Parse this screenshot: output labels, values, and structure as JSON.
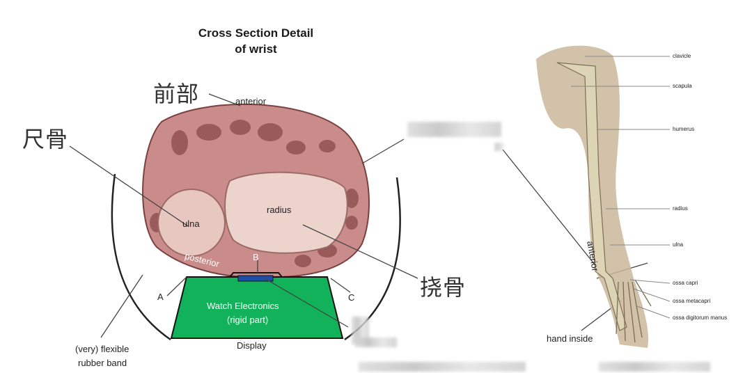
{
  "title_line1": "Cross Section Detail",
  "title_line2": "of wrist",
  "cn_anterior": "前部",
  "cn_ulna": "尺骨",
  "cn_radius": "挠骨",
  "labels": {
    "anterior": "anterior",
    "ulna": "ulna",
    "radius": "radius",
    "posterior": "posterior",
    "b": "B",
    "a": "A",
    "c": "C",
    "watch_line1": "Watch Electronics",
    "watch_line2": "(rigid part)",
    "display": "Display",
    "band_line1": "(very) flexible",
    "band_line2": "rubber band",
    "hand_inside": "hand inside",
    "arm_anterior": "anterior"
  },
  "arm_labels": [
    "clavicle",
    "scapula",
    "humerus",
    "radius",
    "ulna",
    "ossa capri",
    "ossa metacapri",
    "ossa digitorum manus"
  ],
  "colors": {
    "watch_green": "#12b25a",
    "tissue": "#c98c8a",
    "bone": "#e8c7c0",
    "strap_blue": "#1e4fa8",
    "arm_shadow": "#c9b79a",
    "arm_bone": "#ddd3b5"
  }
}
